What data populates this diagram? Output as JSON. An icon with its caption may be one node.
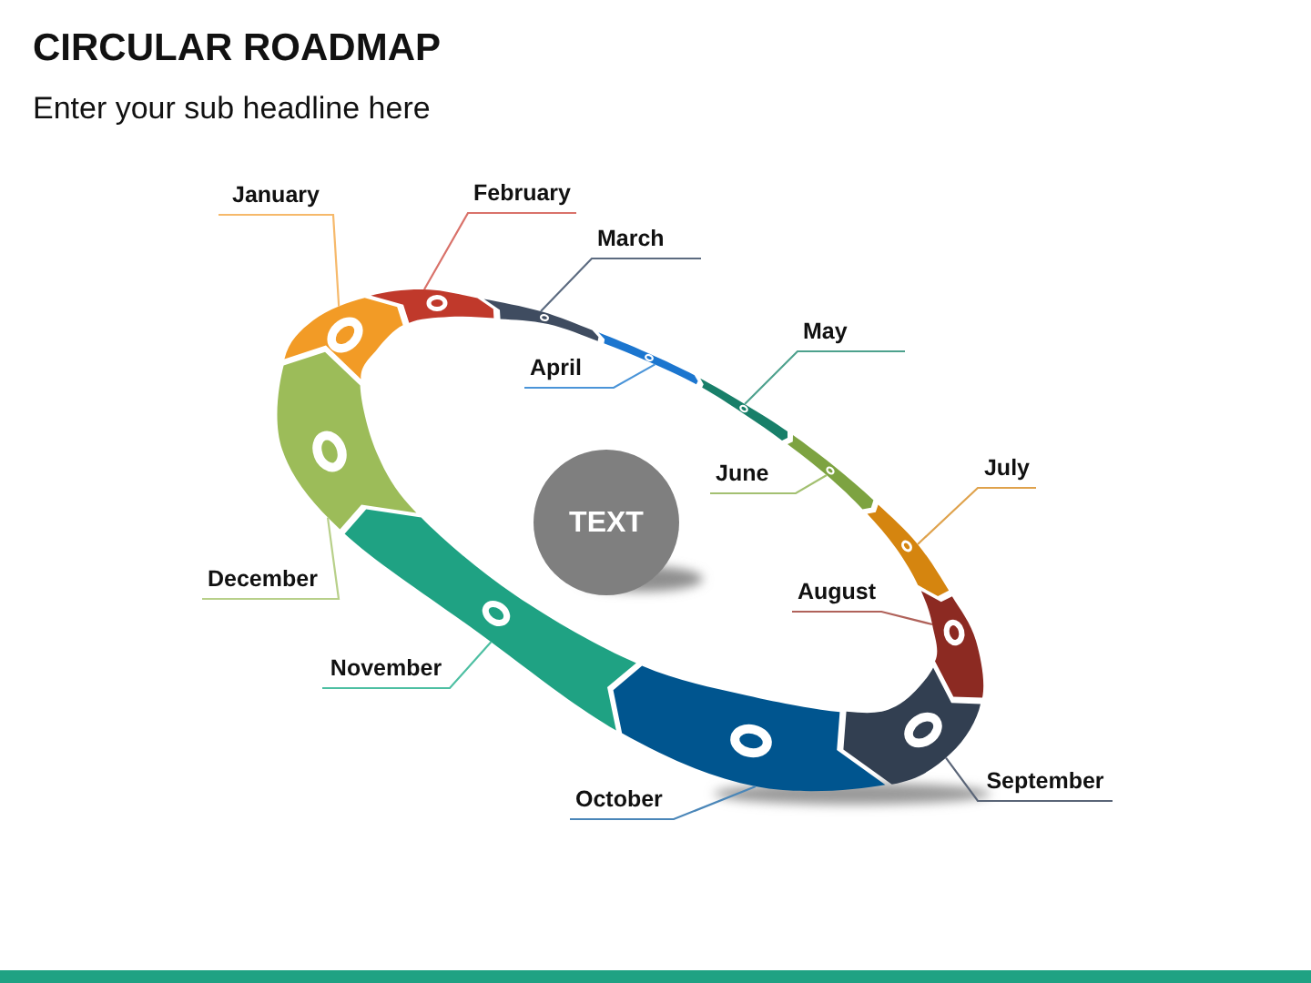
{
  "diagram": {
    "title": "CIRCULAR ROADMAP",
    "nodes": [
      {
        "text": [
          "January"
        ]
      },
      {
        "text": [
          "February"
        ]
      },
      {
        "text": [
          "March"
        ]
      },
      {
        "text": [
          "April"
        ]
      },
      {
        "text": [
          "May"
        ]
      },
      {
        "text": [
          "June"
        ]
      },
      {
        "text": [
          "July"
        ]
      },
      {
        "text": [
          "August"
        ]
      },
      {
        "text": [
          "September"
        ]
      },
      {
        "text": [
          "October"
        ]
      },
      {
        "text": [
          "November"
        ]
      },
      {
        "text": [
          "December"
        ]
      },
      {
        "text": [],
        "shape": "bar"
      },
      {
        "text": [],
        "shape": "bar"
      },
      {
        "text": [],
        "shape": "bar"
      },
      {
        "text": [],
        "shape": "bar"
      },
      {
        "text": [],
        "shape": "bar"
      },
      {
        "text": [],
        "shape": "bar"
      },
      {
        "text": [],
        "shape": "bar"
      },
      {
        "text": [],
        "shape": "bar"
      },
      {
        "text": [],
        "shape": "bar"
      },
      {
        "text": [],
        "shape": "bar"
      },
      {
        "text": [],
        "shape": "bar"
      },
      {
        "text": [],
        "shape": "bar"
      },
      {
        "text": [
          "TEXT"
        ]
      }
    ],
    "edges": [
      {
        "from": 0,
        "to": 12,
        "arrow": "none",
        "color": "#f6b96b"
      },
      {
        "from": 1,
        "to": 13,
        "arrow": "none",
        "color": "#d9726a"
      },
      {
        "from": 2,
        "to": 14,
        "arrow": "none",
        "color": "#5c6b80"
      },
      {
        "from": 3,
        "to": 15,
        "arrow": "none",
        "color": "#4a94d8"
      },
      {
        "from": 4,
        "to": 16,
        "arrow": "none",
        "color": "#4da18d"
      },
      {
        "from": 5,
        "to": 17,
        "arrow": "none",
        "color": "#a3c071"
      },
      {
        "from": 6,
        "to": 18,
        "arrow": "none",
        "color": "#dfa24c"
      },
      {
        "from": 7,
        "to": 19,
        "arrow": "none",
        "color": "#b0625a"
      },
      {
        "from": 8,
        "to": 20,
        "arrow": "none",
        "color": "#5a6577"
      },
      {
        "from": 9,
        "to": 21,
        "arrow": "none",
        "color": "#4a86b8"
      },
      {
        "from": 10,
        "to": 22,
        "arrow": "none",
        "color": "#4dbfa2"
      },
      {
        "from": 11,
        "to": 23,
        "arrow": "none",
        "color": "#b8d08a"
      }
    ],
    "labels": [
      "Enter your sub headline here"
    ]
  }
}
